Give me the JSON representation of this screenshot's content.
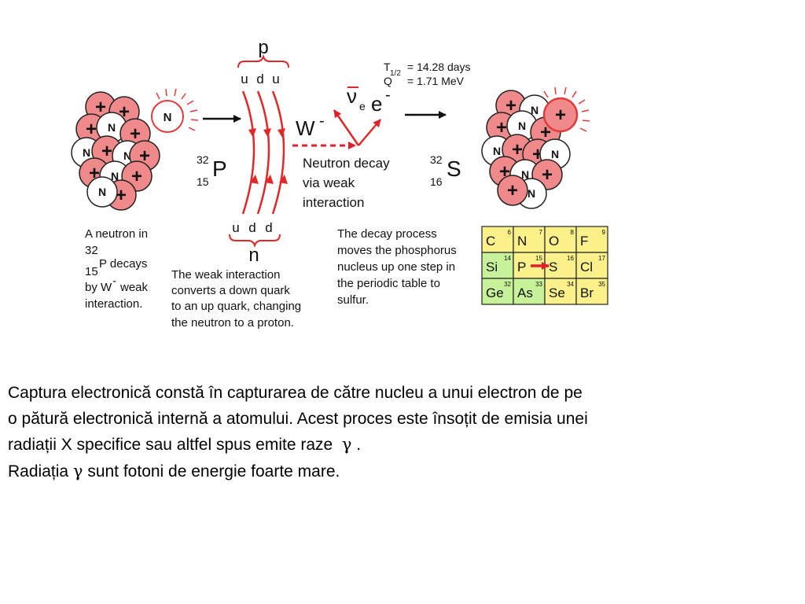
{
  "decay": {
    "proton_label": "p",
    "proton_quarks": [
      "u",
      "d",
      "u"
    ],
    "neutron_label": "n",
    "neutron_quarks": [
      "u",
      "d",
      "d"
    ],
    "boson": {
      "symbol": "W",
      "charge": "-"
    },
    "antineutrino": {
      "symbol": "ν",
      "subscript": "e"
    },
    "electron": {
      "symbol": "e",
      "charge": "-"
    },
    "half_life": {
      "symbol": "T",
      "subscript": "1/2",
      "value": "= 14.28 days"
    },
    "q_value": {
      "symbol": "Q",
      "value": "= 1.71 MeV"
    },
    "parent": {
      "mass": "32",
      "atomic": "15",
      "symbol": "P"
    },
    "daughter": {
      "mass": "32",
      "atomic": "16",
      "symbol": "S"
    },
    "nucleon_labels": {
      "neutron": "N",
      "proton": "+"
    },
    "neutron_decay_text": [
      "Neutron decay",
      "via weak",
      "interaction"
    ],
    "caption_left": {
      "l1": "A neutron in",
      "l2_mass": "32",
      "l3_atomic": "15",
      "l3_rest": "P decays",
      "l4": "by W",
      "l4_sup": "-",
      "l4_rest": "weak",
      "l5": "interaction."
    },
    "caption_center": [
      "The weak interaction",
      "converts a down quark",
      "to an up quark, changing",
      "the neutron to a proton."
    ],
    "caption_right": [
      "The decay process",
      "moves the phosphorus",
      "nucleus up one step in",
      "the periodic table to",
      "sulfur."
    ]
  },
  "periodic_table": {
    "rows": [
      [
        {
          "symbol": "C",
          "number": "6",
          "color": "yellow"
        },
        {
          "symbol": "N",
          "number": "7",
          "color": "yellow"
        },
        {
          "symbol": "O",
          "number": "8",
          "color": "yellow"
        },
        {
          "symbol": "F",
          "number": "9",
          "color": "yellow"
        }
      ],
      [
        {
          "symbol": "Si",
          "number": "14",
          "color": "green"
        },
        {
          "symbol": "P",
          "number": "15",
          "color": "yellow"
        },
        {
          "symbol": "S",
          "number": "16",
          "color": "yellow"
        },
        {
          "symbol": "Cl",
          "number": "17",
          "color": "yellow"
        }
      ],
      [
        {
          "symbol": "Ge",
          "number": "32",
          "color": "green"
        },
        {
          "symbol": "As",
          "number": "33",
          "color": "green"
        },
        {
          "symbol": "Se",
          "number": "34",
          "color": "yellow"
        },
        {
          "symbol": "Br",
          "number": "35",
          "color": "yellow"
        }
      ]
    ]
  },
  "colors": {
    "proton_fill": "#f08a8a",
    "neutron_fill": "#ffffff",
    "quark_line": "#e02828",
    "arrow": "#e0202a",
    "yellow_cell": "#fbf08a",
    "green_cell": "#c8f29a"
  },
  "text": {
    "line1": "Captura electronică constă în capturarea de către nucleu a unui electron de pe",
    "line2": "o pătură electronică internă a atomului. Acest proces este însoțit de emisia unei",
    "line3_a": "radiații X specifice sau altfel spus emite raze",
    "gamma": "γ",
    "line3_b": ".",
    "line4_a": "Radiația",
    "line4_b": "sunt fotoni de energie foarte mare."
  }
}
